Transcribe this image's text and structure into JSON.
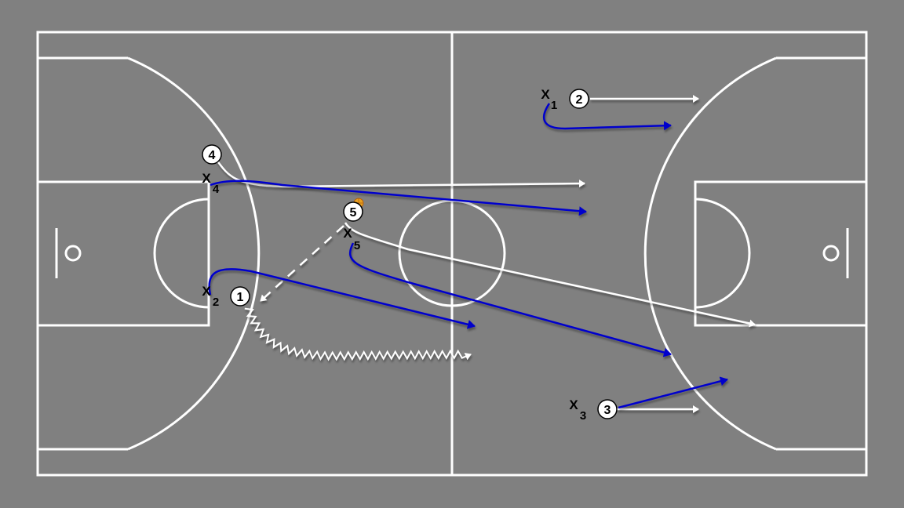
{
  "diagram": {
    "colors": {
      "background": "#808080",
      "court_lines": "#ffffff",
      "offense_path": "#ffffff",
      "defense_path": "#0000cc",
      "ball": "#e8a020",
      "text": "#000000"
    },
    "offense_players": [
      {
        "id": "o1",
        "number": "1"
      },
      {
        "id": "o2",
        "number": "2"
      },
      {
        "id": "o3",
        "number": "3"
      },
      {
        "id": "o4",
        "number": "4"
      },
      {
        "id": "o5",
        "number": "5"
      }
    ],
    "defenders": [
      {
        "id": "x1",
        "mark": "X",
        "sub": "1"
      },
      {
        "id": "x2",
        "mark": "X",
        "sub": "2"
      },
      {
        "id": "x3",
        "mark": "X",
        "sub": "3"
      },
      {
        "id": "x4",
        "mark": "X",
        "sub": "4"
      },
      {
        "id": "x5",
        "mark": "X",
        "sub": "5"
      }
    ],
    "ball_holder": "5",
    "actions": [
      {
        "id": "pass-5-to-1",
        "type": "pass",
        "from": "5",
        "to": "1"
      },
      {
        "id": "dribble-1",
        "type": "dribble",
        "player": "1"
      },
      {
        "id": "cut-2",
        "type": "cut",
        "player": "2"
      },
      {
        "id": "cut-3",
        "type": "cut",
        "player": "3"
      },
      {
        "id": "cut-4",
        "type": "cut",
        "player": "4"
      },
      {
        "id": "cut-5",
        "type": "cut",
        "player": "5"
      },
      {
        "id": "defense-x1",
        "type": "defender-move",
        "player": "X1"
      },
      {
        "id": "defense-x2",
        "type": "defender-move",
        "player": "X2"
      },
      {
        "id": "defense-x3",
        "type": "defender-move",
        "player": "X3"
      },
      {
        "id": "defense-x4",
        "type": "defender-move",
        "player": "X4"
      },
      {
        "id": "defense-x5",
        "type": "defender-move",
        "player": "X5"
      }
    ]
  }
}
